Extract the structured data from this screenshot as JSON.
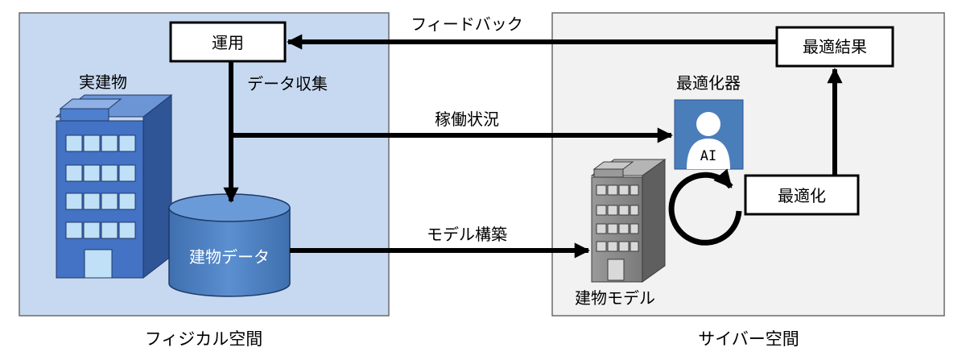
{
  "physical": {
    "title": "フィジカル空間",
    "building_label": "実建物",
    "operation_box": "運用",
    "database_label": "建物データ",
    "collect_label": "データ収集"
  },
  "cyber": {
    "title": "サイバー空間",
    "optimizer_label": "最適化器",
    "ai_label": "AI",
    "optimize_box": "最適化",
    "result_box": "最適結果",
    "model_label": "建物モデル"
  },
  "flows": {
    "feedback": "フィードバック",
    "status": "稼働状況",
    "model_build": "モデル構築"
  },
  "colors": {
    "physical_bg": "#c6d9f1",
    "cyber_bg": "#f2f2f2",
    "building_blue": "#4472c4",
    "db_blue": "#4f81bd",
    "ai_blue": "#4a7ebb",
    "model_gray": "#8c8c8c"
  }
}
